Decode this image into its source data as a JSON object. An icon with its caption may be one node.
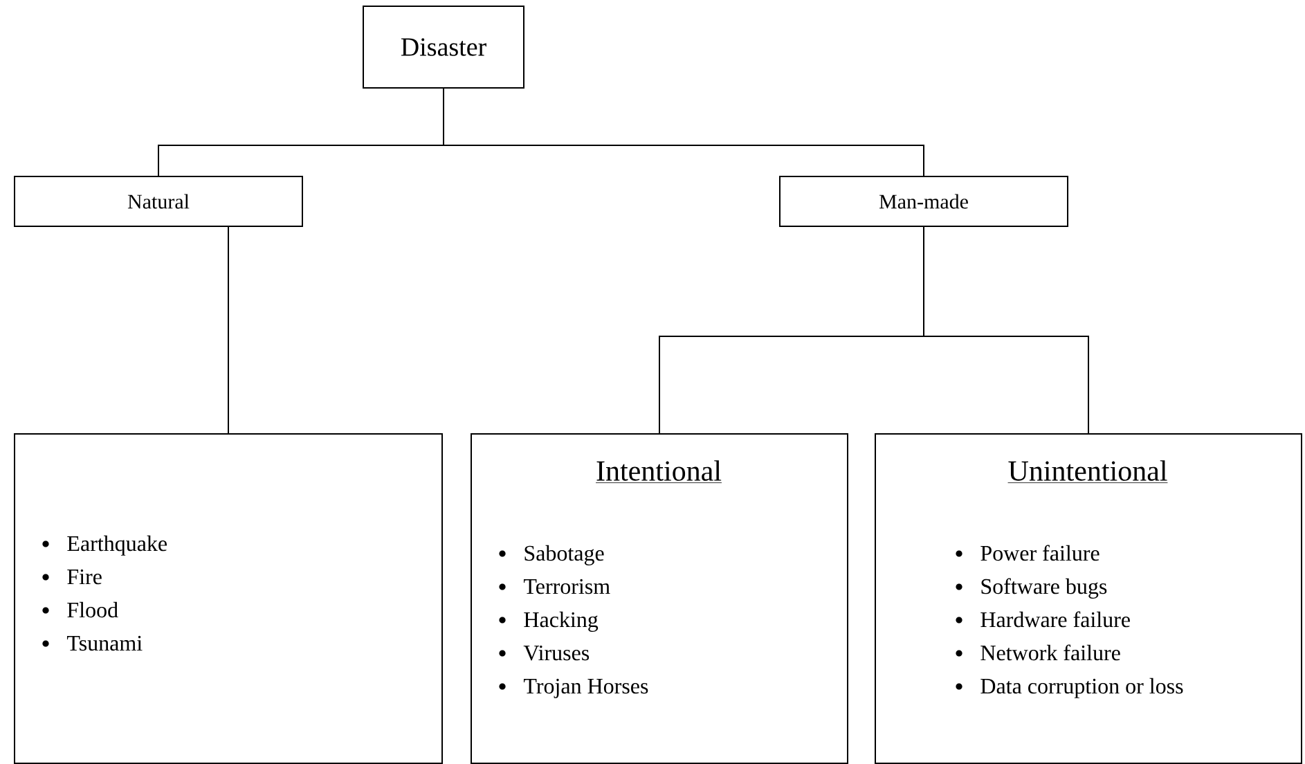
{
  "diagram": {
    "nodes": [
      {
        "text": [
          "Disaster"
        ]
      },
      {
        "text": [
          "Natural"
        ]
      },
      {
        "text": [
          "Man-made"
        ]
      },
      {
        "text": [
          "Earthquake",
          "Fire",
          "Flood",
          "Tsunami"
        ]
      },
      {
        "text": [
          "Intentional",
          "Sabotage",
          "Terrorism",
          "Hacking",
          "Viruses",
          "Trojan Horses"
        ]
      },
      {
        "text": [
          "Unintentional",
          "Power failure",
          "Software bugs",
          "Hardware failure",
          "Network failure",
          "Data corruption or loss"
        ]
      }
    ],
    "edges": [
      {
        "from": 0,
        "to": 1,
        "arrow": "none"
      },
      {
        "from": 0,
        "to": 2,
        "arrow": "none"
      },
      {
        "from": 1,
        "to": 3,
        "arrow": "none"
      },
      {
        "from": 2,
        "to": 4,
        "arrow": "none"
      },
      {
        "from": 2,
        "to": 5,
        "arrow": "none"
      }
    ]
  }
}
